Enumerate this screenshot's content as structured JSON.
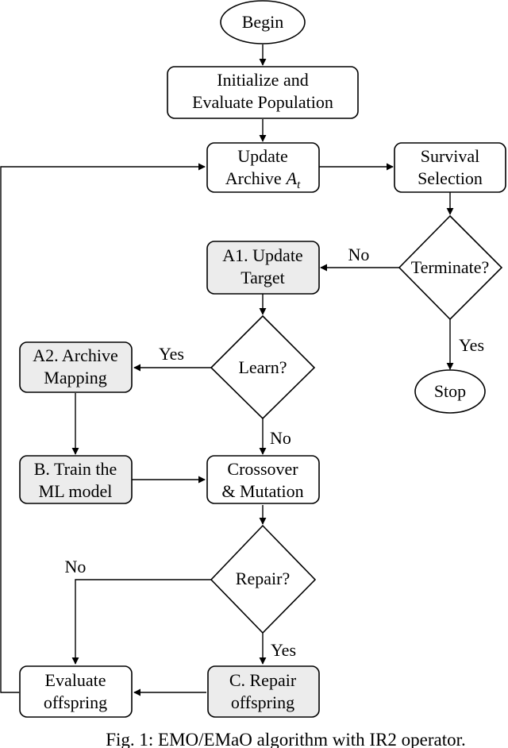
{
  "nodes": {
    "begin": {
      "label": "Begin"
    },
    "init": {
      "line1": "Initialize and",
      "line2": "Evaluate Population"
    },
    "update_archive": {
      "line1": "Update",
      "line2": "Archive",
      "symbol": "A",
      "subscript": "t"
    },
    "survival": {
      "line1": "Survival",
      "line2": "Selection"
    },
    "terminate": {
      "label": "Terminate?"
    },
    "stop": {
      "label": "Stop"
    },
    "a1": {
      "line1": "A1. Update",
      "line2": "Target"
    },
    "learn": {
      "label": "Learn?"
    },
    "a2": {
      "line1": "A2. Archive",
      "line2": "Mapping"
    },
    "train": {
      "line1": "B. Train the",
      "line2": "ML model"
    },
    "crossover": {
      "line1": "Crossover",
      "line2": "& Mutation"
    },
    "repair_q": {
      "label": "Repair?"
    },
    "repair": {
      "line1": "C. Repair",
      "line2": "offspring"
    },
    "evaluate": {
      "line1": "Evaluate",
      "line2": "offspring"
    }
  },
  "edge_labels": {
    "terminate_no": "No",
    "terminate_yes": "Yes",
    "learn_yes": "Yes",
    "learn_no": "No",
    "repair_no": "No",
    "repair_yes": "Yes"
  },
  "caption": "Fig. 1: EMO/EMaO algorithm with IR2 operator.",
  "colors": {
    "highlight_fill": "#ececec",
    "default_fill": "#ffffff",
    "stroke": "#000000"
  }
}
